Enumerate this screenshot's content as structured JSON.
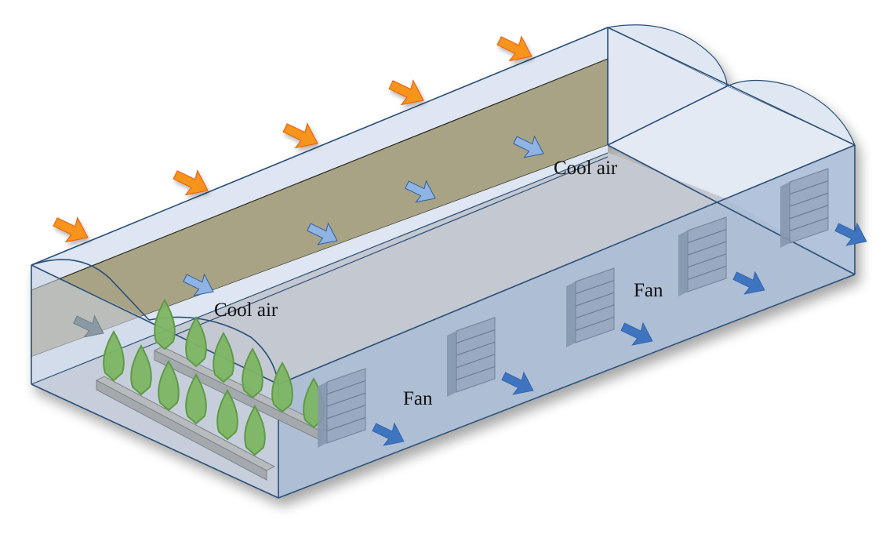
{
  "diagram": {
    "title": "Greenhouse evaporative pad and fan cooling system",
    "labels": {
      "cool_air_top": "Cool air",
      "cool_air_left": "Cool air",
      "fan_left": "Fan",
      "fan_right": "Fan"
    },
    "components": {
      "incoming_heat_arrows": 5,
      "cool_air_arrows": 5,
      "exhaust_fans": 5,
      "plant_rows": 2,
      "plants_per_row": 6
    },
    "colors": {
      "heat_arrow": "#f7941d",
      "heat_arrow_stroke": "#e8590c",
      "cool_arrow": "#8fb4e3",
      "cool_arrow_stroke": "#2f5f9e",
      "exhaust_arrow": "#3f74c0",
      "pad": "#a9a386",
      "structure_line": "#2b4f78",
      "glass": "#dde6f2",
      "floor": "#c3c8d2",
      "side_wall": "#aebfd6",
      "fan_body": "#95a6bd",
      "plant": "#7db563",
      "plant_stroke": "#5e9a48",
      "bench": "#a4a9ad"
    }
  }
}
